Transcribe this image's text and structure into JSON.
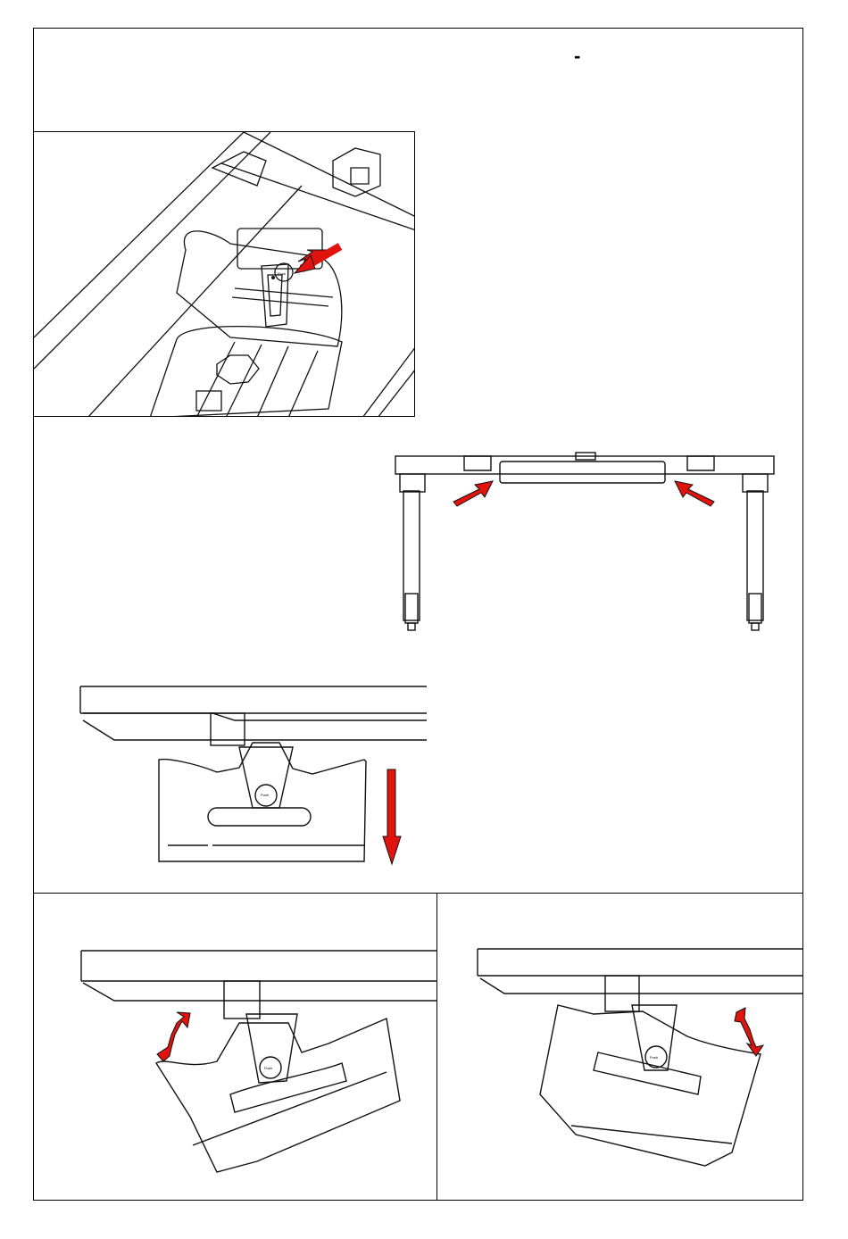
{
  "header": {
    "symbol": "-"
  },
  "labels": {
    "push_button": "Push"
  },
  "colors": {
    "arrow": "#e0130f",
    "stroke": "#111111",
    "background": "#ffffff"
  },
  "figures": [
    {
      "id": "fig-1",
      "subject": "underside-lock-view",
      "arrows": [
        "arrow-pointing-to-push-button"
      ]
    },
    {
      "id": "fig-2",
      "subject": "desk-frame-front-view",
      "arrows": [
        "arrow-left-bracket",
        "arrow-right-bracket"
      ]
    },
    {
      "id": "fig-3",
      "subject": "drawer-release-pull-down",
      "arrows": [
        "arrow-down"
      ]
    },
    {
      "id": "fig-4",
      "subject": "drawer-tilt-left",
      "arrows": [
        "arrow-double-curved"
      ]
    },
    {
      "id": "fig-5",
      "subject": "drawer-tilt-right",
      "arrows": [
        "arrow-double-curved"
      ]
    }
  ]
}
